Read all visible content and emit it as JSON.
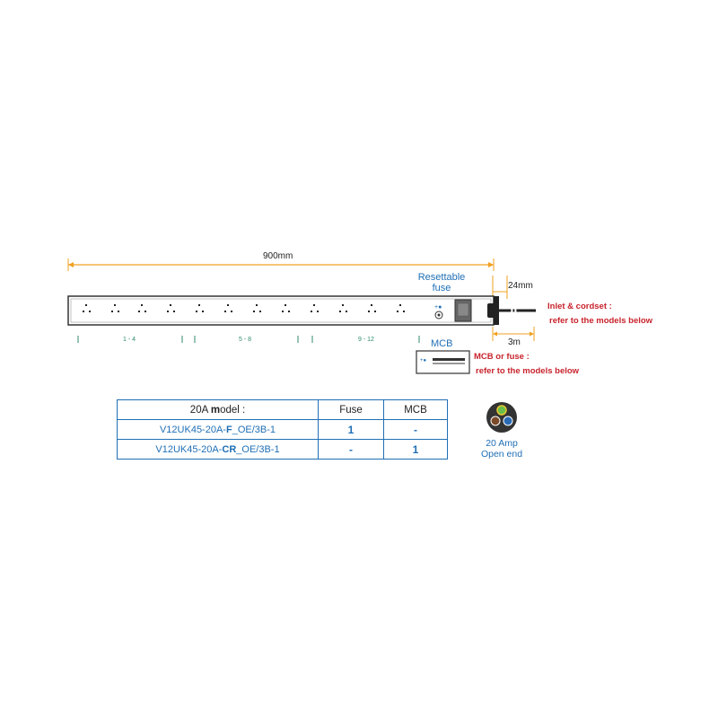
{
  "dimensions": {
    "length": "900mm",
    "head_width": "24mm",
    "cord_length": "3m"
  },
  "components": {
    "resettable_fuse_line1": "Resettable",
    "resettable_fuse_line2": "fuse",
    "mcb": "MCB",
    "inlet_line1": "Inlet & cordset :",
    "inlet_line2": "refer to the models below",
    "mcb_fuse_line1": "MCB or fuse :",
    "mcb_fuse_line2": "refer to the models below"
  },
  "socket_groups": [
    "1 - 4",
    "5 - 8",
    "9 - 12"
  ],
  "table": {
    "header": {
      "model_prefix": "20A ",
      "model_bold": "m",
      "model_suffix": "odel :",
      "fuse": "Fuse",
      "mcb": "MCB"
    },
    "rows": [
      {
        "pre": "V12UK45-20A-",
        "bold": "F",
        "post": "_OE/3B-1",
        "fuse": "1",
        "mcb": "-"
      },
      {
        "pre": "V12UK45-20A-",
        "bold": "CR",
        "post": "_OE/3B-1",
        "fuse": "-",
        "mcb": "1"
      }
    ]
  },
  "plug": {
    "line1": "20 Amp",
    "line2": "Open end"
  },
  "colors": {
    "dimension": "#f0a020",
    "accent_blue": "#1f6fb5",
    "note_red": "#c8232c",
    "group_green": "#2e8b6e"
  }
}
